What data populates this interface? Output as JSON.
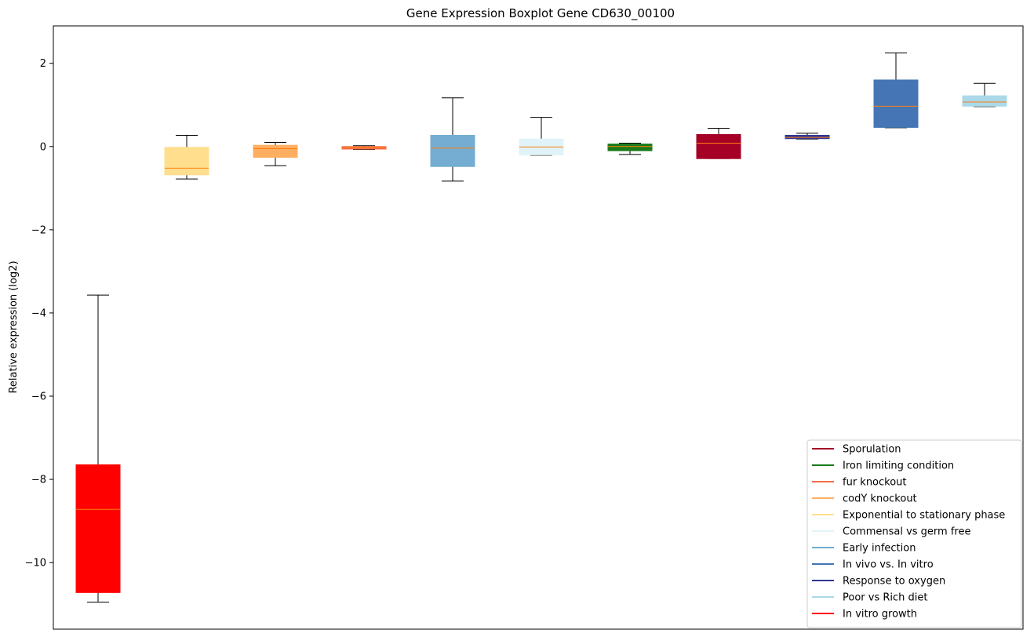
{
  "chart_data": {
    "type": "boxplot",
    "title": "Gene Expression Boxplot Gene CD630_00100",
    "xlabel": "",
    "ylabel": "Relative expression (log2)",
    "ylim": [
      -11.6,
      2.9
    ],
    "yticks": [
      2,
      0,
      -2,
      -4,
      -6,
      -8,
      -10
    ],
    "ytick_labels": [
      "2",
      "0",
      "−2",
      "−4",
      "−6",
      "−8",
      "−10"
    ],
    "grid": false,
    "legend_position": "lower-right",
    "median_color": "#ff7f0e",
    "boxes": [
      {
        "name": "In vitro growth",
        "color": "#ff0000",
        "whisker_low": -10.95,
        "q1": -10.72,
        "median": -8.72,
        "q3": -7.65,
        "whisker_high": -3.57
      },
      {
        "name": "Exponential to stationary phase",
        "color": "#ffdf8e",
        "whisker_low": -0.78,
        "q1": -0.68,
        "median": -0.52,
        "q3": -0.02,
        "whisker_high": 0.27
      },
      {
        "name": "codY knockout",
        "color": "#fdae61",
        "whisker_low": -0.46,
        "q1": -0.26,
        "median": -0.05,
        "q3": 0.03,
        "whisker_high": 0.1
      },
      {
        "name": "fur knockout",
        "color": "#f46d43",
        "whisker_low": -0.07,
        "q1": -0.06,
        "median": -0.02,
        "q3": 0.0,
        "whisker_high": 0.02
      },
      {
        "name": "Early infection",
        "color": "#74add1",
        "whisker_low": -0.83,
        "q1": -0.48,
        "median": -0.04,
        "q3": 0.27,
        "whisker_high": 1.17
      },
      {
        "name": "Commensal vs germ free",
        "color": "#e0f3f8",
        "whisker_low": -0.21,
        "q1": -0.2,
        "median": -0.01,
        "q3": 0.18,
        "whisker_high": 0.7
      },
      {
        "name": "Iron limiting condition",
        "color": "#1a7a1a",
        "whisker_low": -0.19,
        "q1": -0.1,
        "median": 0.0,
        "q3": 0.06,
        "whisker_high": 0.08
      },
      {
        "name": "Sporulation",
        "color": "#a50026",
        "whisker_low": -0.29,
        "q1": -0.29,
        "median": 0.08,
        "q3": 0.29,
        "whisker_high": 0.44
      },
      {
        "name": "Response to oxygen",
        "color": "#313695",
        "whisker_low": 0.18,
        "q1": 0.19,
        "median": 0.22,
        "q3": 0.27,
        "whisker_high": 0.32
      },
      {
        "name": "In vivo vs. In vitro",
        "color": "#4575b4",
        "whisker_low": 0.45,
        "q1": 0.46,
        "median": 0.97,
        "q3": 1.6,
        "whisker_high": 2.25
      },
      {
        "name": "Poor vs Rich diet",
        "color": "#abd9e9",
        "whisker_low": 0.96,
        "q1": 0.97,
        "median": 1.07,
        "q3": 1.22,
        "whisker_high": 1.52
      }
    ],
    "legend": [
      {
        "label": "Sporulation",
        "color": "#a50026"
      },
      {
        "label": "Iron limiting condition",
        "color": "#1a7a1a"
      },
      {
        "label": "fur knockout",
        "color": "#f46d43"
      },
      {
        "label": "codY knockout",
        "color": "#fdae61"
      },
      {
        "label": "Exponential to stationary phase",
        "color": "#ffdf8e"
      },
      {
        "label": "Commensal vs germ free",
        "color": "#e0f3f8"
      },
      {
        "label": "Early infection",
        "color": "#74add1"
      },
      {
        "label": "In vivo vs. In vitro",
        "color": "#4575b4"
      },
      {
        "label": "Response to oxygen",
        "color": "#313695"
      },
      {
        "label": "Poor vs Rich diet",
        "color": "#abd9e9"
      },
      {
        "label": "In vitro growth",
        "color": "#ff0000"
      }
    ]
  }
}
